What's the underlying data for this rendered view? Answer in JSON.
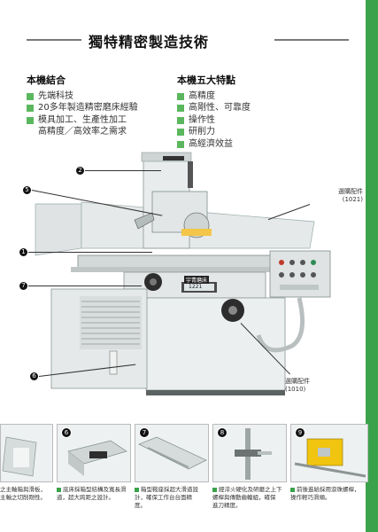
{
  "title": "獨特精密製造技術",
  "structure": {
    "heading": "本機結合",
    "items": [
      "先端科技",
      "20多年製造精密磨床經驗",
      "模具加工、生產性加工"
    ],
    "continuation": "高精度／高效率之需求"
  },
  "features": {
    "heading": "本機五大特點",
    "items": [
      "高精度",
      "高剛性、可靠度",
      "操作性",
      "研削力",
      "高經濟效益"
    ]
  },
  "diagram": {
    "callouts": [
      "1",
      "2",
      "5",
      "6",
      "7"
    ],
    "notes": {
      "optional_1021": "選購配件\n(1021)",
      "optional_1010": "選購配件\n(1010)"
    },
    "nameplate": "宇青磨床",
    "model": "1221"
  },
  "thumbnails": [
    {
      "number": "",
      "caption": "之主軸箱與滑板，\n主軸之切削剛性。"
    },
    {
      "number": "6",
      "caption": "底床採箱型結構及寬長滑\n道，超大跨距之設計。"
    },
    {
      "number": "7",
      "caption": "箱型鞍座採超大滑道設\n計，確保工作台台面精\n度。"
    },
    {
      "number": "8",
      "caption": "經淬火硬化及研磨之上下\n螺桿與傳動齒輪組，確保\n進刀精度。"
    },
    {
      "number": "9",
      "caption": "前後進給採用滾珠螺桿，\n操作輕巧滑順。"
    }
  ],
  "colors": {
    "accent": "#3aa24a",
    "machine": "#e8eaea"
  }
}
